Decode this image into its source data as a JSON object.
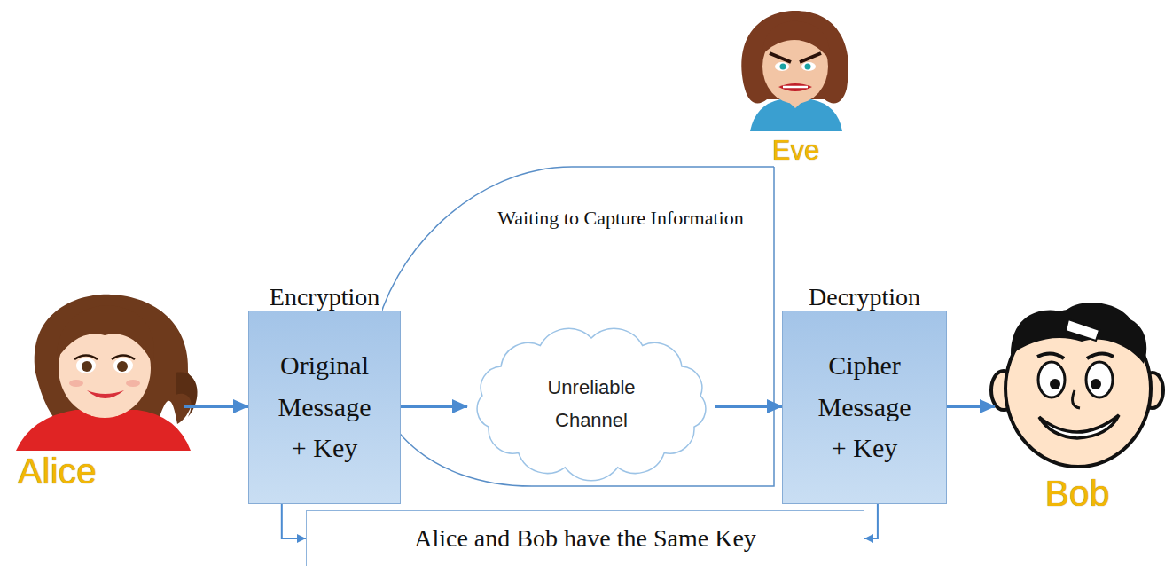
{
  "diagram": {
    "nodes": [
      {
        "text": [
          "Eve"
        ]
      },
      {
        "text": [
          "Alice"
        ]
      },
      {
        "text": [
          "Encryption",
          "Original Message + Key"
        ]
      },
      {
        "text": [
          "Unreliable Channel"
        ]
      },
      {
        "text": [
          "Decryption",
          "Cipher Message + Key"
        ]
      },
      {
        "text": [
          "Bob"
        ]
      },
      {
        "text": [
          "Alice and Bob have the Same Key"
        ]
      }
    ],
    "edges": [
      {
        "from": 1,
        "to": 2,
        "arrow": "to"
      },
      {
        "from": 2,
        "to": 3,
        "arrow": "to"
      },
      {
        "from": 3,
        "to": 4,
        "arrow": "to"
      },
      {
        "from": 4,
        "to": 5,
        "arrow": "to"
      },
      {
        "from": 2,
        "to": 6,
        "arrow": "to"
      },
      {
        "from": 4,
        "to": 6,
        "arrow": "to"
      }
    ],
    "labels": [
      "Waiting to Capture Information"
    ]
  }
}
